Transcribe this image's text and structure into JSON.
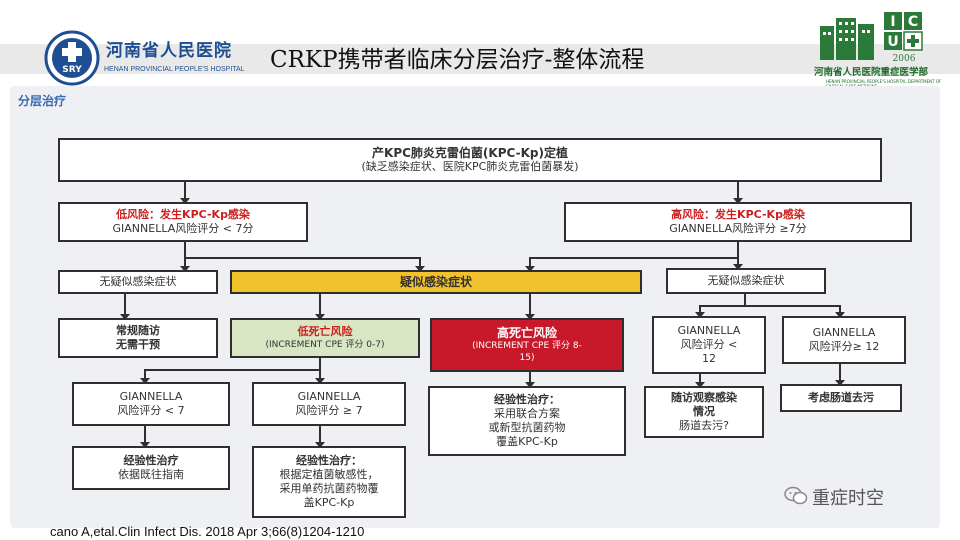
{
  "header": {
    "hospital_cn": "河南省人民医院",
    "hospital_en": "HENAN PROVINCIAL PEOPLE'S HOSPITAL",
    "logo_left_text": "SRY",
    "title": "CRKP携带者临床分层治疗-整体流程",
    "right_logo_letters": [
      "I",
      "C",
      "U"
    ],
    "right_logo_year": "2006",
    "right_logo_cn": "河南省人民医院重症医学部",
    "right_logo_en": "HENAN PROVINCIAL PEOPLE'S HOSPITAL DEPARTMENT OF CRITICAL CARE MEDICINE"
  },
  "section_label": "分层治疗",
  "flow": {
    "top": {
      "line1": "产KPC肺炎克雷伯菌(KPC-Kp)定植",
      "line2": "(缺乏感染症状、医院KPC肺炎克雷伯菌暴发)"
    },
    "low_risk": {
      "title": "低风险：发生KPC-Kp感染",
      "detail": "GIANNELLA风险评分 < 7分"
    },
    "high_risk": {
      "title": "高风险：发生KPC-Kp感染",
      "detail": "GIANNELLA风险评分 ≥7分"
    },
    "no_sym_left": "无疑似感染症状",
    "suspected": "疑似感染症状",
    "no_sym_right": "无疑似感染症状",
    "routine": {
      "line1": "常规随访",
      "line2": "无需干预"
    },
    "low_death": {
      "title": "低死亡风险",
      "detail": "(INCREMENT CPE 评分 0-7)"
    },
    "high_death": {
      "title": "高死亡风险",
      "detail1": "(INCREMENT CPE 评分 8-",
      "detail2": "15)"
    },
    "g_lt12": {
      "line1": "GIANNELLA",
      "line2": "风险评分 <",
      "line3": "12"
    },
    "g_ge12": {
      "line1": "GIANNELLA",
      "line2": "风险评分≥ 12"
    },
    "g_lt7": {
      "line1": "GIANNELLA",
      "line2": "风险评分 < 7"
    },
    "g_ge7": {
      "line1": "GIANNELLA",
      "line2": "风险评分 ≥ 7"
    },
    "empiric_combo": {
      "title": "经验性治疗：",
      "line1": "采用联合方案",
      "line2": "或新型抗菌药物",
      "line3": "覆盖KPC-Kp"
    },
    "follow_obs": {
      "line1": "随访观察感染",
      "line2": "情况",
      "line3": "肠道去污?"
    },
    "decolon": "考虑肠道去污",
    "empiric_guide": {
      "title": "经验性治疗",
      "line1": "依据既往指南"
    },
    "empiric_mono": {
      "title": "经验性治疗：",
      "line1": "根据定植菌敏感性，",
      "line2": "采用单药抗菌药物覆",
      "line3": "盖KPC-Kp"
    }
  },
  "citation": "cano A,etal.Clin Infect Dis. 2018 Apr 3;66(8)1204-1210",
  "watermark": "重症时空",
  "colors": {
    "suspected": "#f2c22c",
    "low_death": "#d8e6c3",
    "high_death": "#c8192b",
    "risk_title": "#cc2020"
  }
}
